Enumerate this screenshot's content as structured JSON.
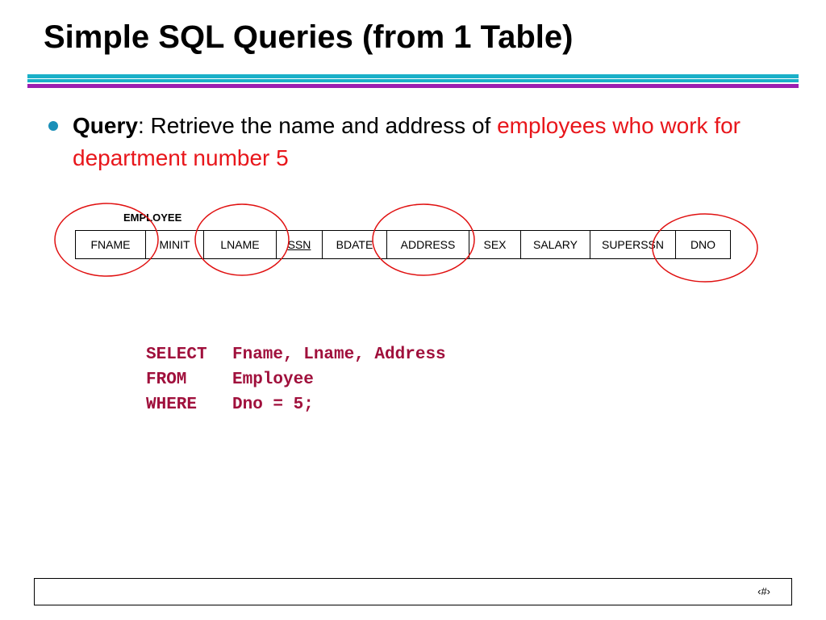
{
  "slide": {
    "title": "Simple SQL Queries (from 1 Table)",
    "colors": {
      "rule_teal": "#1ab0c8",
      "rule_purple": "#9b1fb0",
      "bullet": "#1a8fb8",
      "highlight_text": "#e8161b",
      "sql_text": "#a0103c",
      "circle": "#e01010"
    }
  },
  "bullet": {
    "label": "Query",
    "separator": ": ",
    "text": "Retrieve the name and address of ",
    "highlight": "employees who work for department number 5"
  },
  "schema": {
    "name": "EMPLOYEE",
    "attributes": [
      {
        "label": "FNAME",
        "is_key": false,
        "circled": true
      },
      {
        "label": "MINIT",
        "is_key": false,
        "circled": false
      },
      {
        "label": "LNAME",
        "is_key": false,
        "circled": true
      },
      {
        "label": "SSN",
        "is_key": true,
        "circled": false
      },
      {
        "label": "BDATE",
        "is_key": false,
        "circled": false
      },
      {
        "label": "ADDRESS",
        "is_key": false,
        "circled": true
      },
      {
        "label": "SEX",
        "is_key": false,
        "circled": false
      },
      {
        "label": "SALARY",
        "is_key": false,
        "circled": false
      },
      {
        "label": "SUPERSSN",
        "is_key": false,
        "circled": false
      },
      {
        "label": "DNO",
        "is_key": false,
        "circled": true
      }
    ]
  },
  "sql": {
    "lines": [
      {
        "keyword": "SELECT",
        "body": "Fname, Lname, Address"
      },
      {
        "keyword": "FROM",
        "body": "Employee"
      },
      {
        "keyword": "WHERE",
        "body": "Dno = 5;"
      }
    ]
  },
  "footer": {
    "slide_number": "‹#›"
  }
}
